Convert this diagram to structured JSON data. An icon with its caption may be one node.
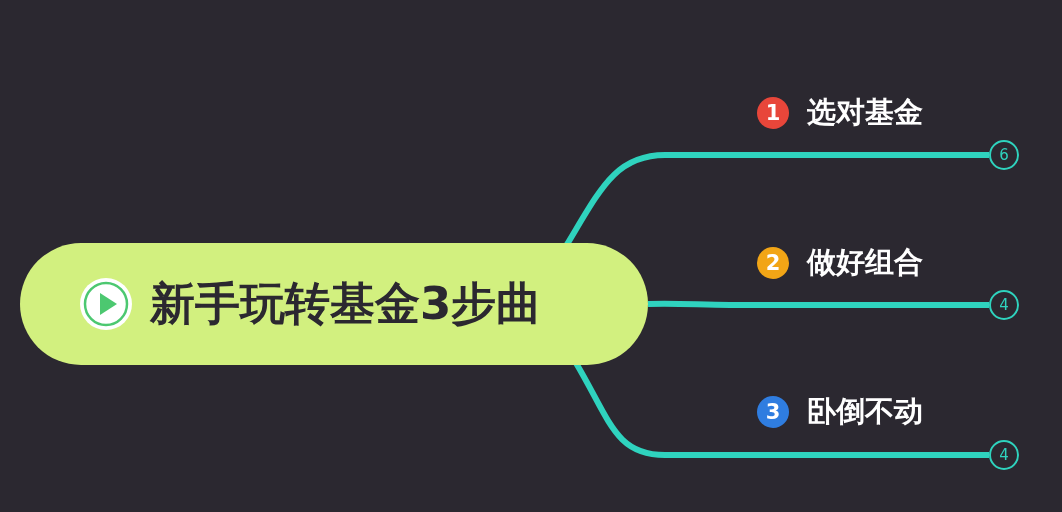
{
  "diagram": {
    "nodes": [
      {
        "text": [
          "新手玩转基金3步曲"
        ]
      },
      {
        "text": [
          "1",
          "选对基金"
        ]
      },
      {
        "text": [
          "6"
        ]
      },
      {
        "text": [
          "2",
          "做好组合"
        ]
      },
      {
        "text": [
          "4"
        ]
      },
      {
        "text": [
          "3",
          "卧倒不动"
        ]
      },
      {
        "text": [
          "4"
        ]
      }
    ],
    "edges": [
      {
        "from": 0,
        "to": 2,
        "arrow": "none"
      },
      {
        "from": 0,
        "to": 4,
        "arrow": "none"
      },
      {
        "from": 0,
        "to": 6,
        "arrow": "none"
      }
    ]
  }
}
